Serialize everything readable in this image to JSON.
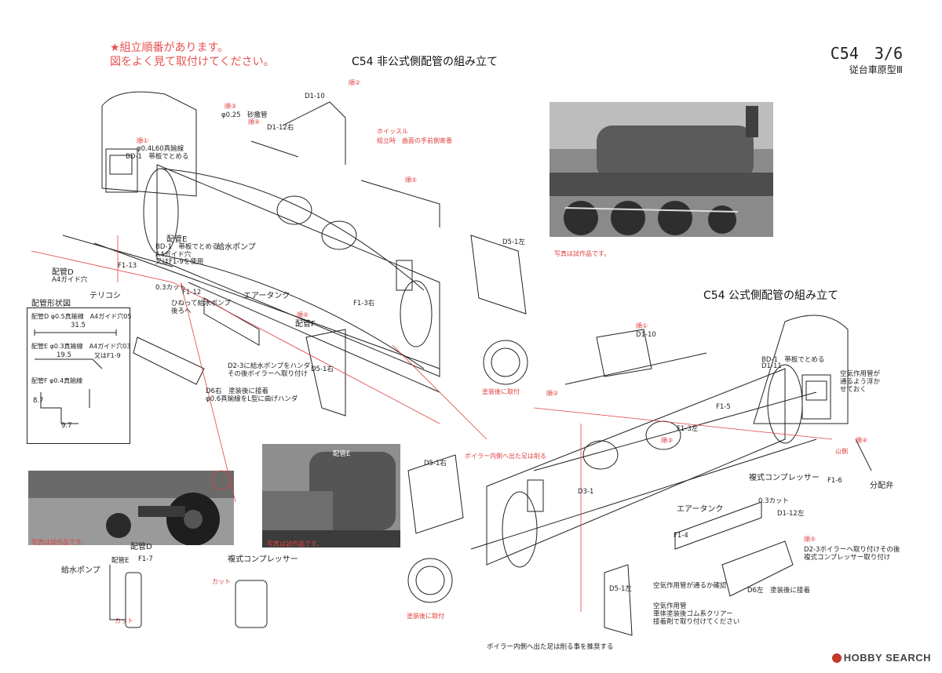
{
  "header": {
    "notice_line1": "★組立順番があります。",
    "notice_line2": "図をよく見て取付けてください。",
    "title_left": "C54 非公式側配管の組み立て",
    "title_right": "C54 公式側配管の組み立て",
    "page_code": "C54　3/6",
    "page_sub": "従台車原型Ⅲ"
  },
  "left_labels": {
    "seq1": "順①",
    "seq2": "順②",
    "seq3": "順③",
    "seq4": "順④",
    "seq5": "順⑤",
    "seq6": "順⑥",
    "d110": "D1-10",
    "sand": "φ0.25　砂撒管",
    "d112r": "D1-12右",
    "whistle1": "ホイッスル",
    "whistle2": "組立時　曲面の手前側寄番",
    "wire040": "φ0.4L60真鍮線",
    "bd1": "BD-1　帯板でとめる",
    "d51l": "D5-1左",
    "pipe_e": "配管E",
    "bd1b": "BD-1　帯板でとめる",
    "a4guide": "A4ガイド穴",
    "f19": "又はF1-9を使用",
    "feed_pump": "給水ポンプ",
    "pipe_d": "配管D",
    "a4guide_d": "A4ガイド穴",
    "f113": "F1-13",
    "cut03": "0.3カット",
    "f112": "F1-12",
    "teri": "テリコシ",
    "hineri1": "ひねって給水ポンプ",
    "hineri2": "後ろへ",
    "air_tank": "エアータンク",
    "f13r": "F1-3右",
    "pipe_f": "配管F",
    "d23_1": "D2-3に給水ポンプをハンダ",
    "d23_2": "その後ボイラーへ取り付け",
    "d51r": "D5-1右",
    "d6r1": "D6右　塗装後に接着",
    "d6r2": "φ0.6真鍮線をL型に曲げハンダ",
    "paint_after": "塗装後に取付"
  },
  "spec_box": {
    "title": "配管形状図",
    "d_label": "配管D φ0.5真鍮線　A4ガイド穴05",
    "d_len": "31.5",
    "e_label": "配管E φ0.3真鍮線　A4ガイド穴03",
    "e_len": "19.5",
    "e_alt": "又はF1-9",
    "f_label": "配管F φ0.4真鍮線",
    "f_h": "8.7",
    "f_w": "9.7"
  },
  "photo_captions": {
    "top_right": "写真は試作品です。",
    "bottom_left": "写真は試作品です。",
    "bottom_mid": "写真は試作品です。",
    "pipe_e_photo": "配管E",
    "pipe_d_photo": "配管D",
    "feed_pump_part": "給水ポンプ",
    "pipe_e_part": "配管E",
    "f17": "F1-7",
    "cut": "カット",
    "compressor": "複式コンプレッサー",
    "cut2": "カット"
  },
  "right_labels": {
    "seq1": "順①",
    "seq2": "順②",
    "seq3": "順③",
    "seq4": "順④",
    "seq5": "順⑤",
    "d110": "D1-10",
    "bd1": "BD-1　帯板でとめる",
    "d111": "D1-11",
    "air1": "空気作用管が",
    "air2": "通るよう浮か",
    "air3": "せておく",
    "f15": "F1-5",
    "f13l": "F1-3左",
    "boiler_cut": "ボイラー内側へ出た足は削る",
    "d51r": "D5-1右",
    "d31": "D3-1",
    "compressor": "複式コンプレッサー",
    "f16": "F1-6",
    "dist_valve": "分配弁",
    "cut03": "0.3カット",
    "d112l": "D1-12左",
    "air_tank": "エアータンク",
    "f14": "F1-4",
    "d23a": "D2-3ボイラーへ取り付けその後",
    "d23b": "複式コンプレッサー取り付け",
    "d51l": "D5-1左",
    "check": "空気作用管が通るか確認",
    "air_pipe": "空気作用管",
    "paint1": "車体塗装後ゴム系クリアー",
    "paint2": "接着剤で取り付けてください",
    "d6l": "D6左　塗装後に接着",
    "paint_after": "塗装後に取付",
    "boiler_cut2": "ボイラー内側へ出た足は削る事を推奨する",
    "ryuchi": "山側"
  },
  "footer": {
    "brand": "HOBBY SEARCH"
  },
  "colors": {
    "line": "#222222",
    "accent_red": "#e04040",
    "photo_gray": "#7d7d7d"
  }
}
